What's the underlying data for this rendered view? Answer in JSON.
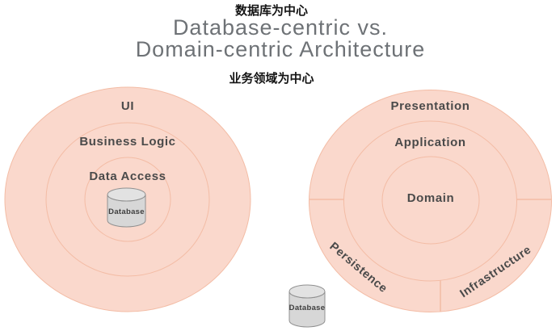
{
  "header": {
    "top_caption_zh": "数据库为中心",
    "title_line1": "Database-centric vs.",
    "title_line2": "Domain-centric Architecture",
    "bottom_caption_zh": "业务领域为中心"
  },
  "left_diagram": {
    "name": "database-centric",
    "rings": [
      "UI",
      "Business Logic",
      "Data Access"
    ],
    "database_label": "Database"
  },
  "right_diagram": {
    "name": "domain-centric",
    "rings": [
      "Presentation",
      "Application"
    ],
    "center": "Domain",
    "outer_segments": [
      "Persistence",
      "Infrastructure"
    ],
    "database_label": "Database"
  },
  "colors": {
    "ring_fill": "#FAD8CC",
    "ring_stroke": "#F3BCA5",
    "label_text": "#4A4A4A",
    "title_text": "#6E7276",
    "caption_text": "#141414",
    "cylinder_fill": "#D7D7D7",
    "cylinder_stroke": "#909090"
  }
}
